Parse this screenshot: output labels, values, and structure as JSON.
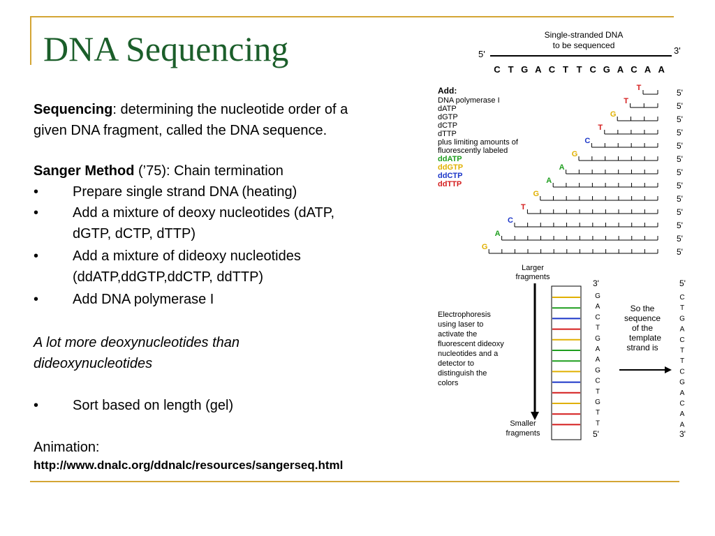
{
  "slide": {
    "title": "DNA Sequencing",
    "para1": {
      "bold": "Sequencing",
      "rest1": ": determining the nucleotide order of a",
      "line2": "given DNA fragment, called the DNA sequence."
    },
    "sanger": {
      "bold": "Sanger Method",
      "rest": " (’75): Chain termination"
    },
    "bullets": [
      [
        "Prepare single strand DNA (heating)"
      ],
      [
        "Add a mixture of deoxy nucleotides   (dATP,",
        "dGTP, dCTP,  dTTP)"
      ],
      [
        "Add a mixture of dideoxy nucleotides",
        "(ddATP,ddGTP,ddCTP, ddTTP)"
      ],
      [
        "Add DNA polymerase I"
      ]
    ],
    "bullet_mark": "•",
    "italic_note": [
      "A lot more deoxynucleotides than",
      "dideoxynucleotides"
    ],
    "sort_bullet": "Sort based on length (gel)",
    "animation_label": "Animation:",
    "animation_url": "http://www.dnalc.org/ddnalc/resources/sangerseq.html"
  },
  "diagram": {
    "header": [
      "Single-stranded DNA",
      "to be sequenced"
    ],
    "end5": "5'",
    "end3": "3'",
    "template_seq": [
      "C",
      "T",
      "G",
      "A",
      "C",
      "T",
      "T",
      "C",
      "G",
      "A",
      "C",
      "A",
      "A"
    ],
    "add_label": "Add:",
    "add_items": [
      "DNA polymerase I",
      "dATP",
      "dGTP",
      "dCTP",
      "dTTP",
      "plus limiting amounts of",
      "fluorescently labeled"
    ],
    "dd_items": [
      {
        "label": "ddATP",
        "color": "#1f9e1f"
      },
      {
        "label": "ddGTP",
        "color": "#e0b000"
      },
      {
        "label": "ddCTP",
        "color": "#1a35c8"
      },
      {
        "label": "ddTTP",
        "color": "#d41c1c"
      }
    ],
    "fragment_ends": [
      "T",
      "T",
      "G",
      "T",
      "C",
      "G",
      "A",
      "A",
      "G",
      "T",
      "C",
      "A",
      "G"
    ],
    "larger_label": [
      "Larger",
      "fragments"
    ],
    "smaller_label": [
      "Smaller",
      "fragments"
    ],
    "gel_top": "3'",
    "gel_bottom": "5'",
    "gel_seq": [
      "G",
      "A",
      "C",
      "T",
      "G",
      "A",
      "A",
      "G",
      "C",
      "T",
      "G",
      "T",
      "T"
    ],
    "electro_text": [
      "Electrophoresis",
      "using laser to",
      "activate the",
      "fluorescent dideoxy",
      "nucleotides and a",
      "detector to",
      "distinguish the",
      "colors"
    ],
    "so_text": [
      "So the",
      "sequence",
      "of the",
      "template",
      "strand is"
    ],
    "result_top": "5'",
    "result_bottom": "3'",
    "result_seq": [
      "C",
      "T",
      "G",
      "A",
      "C",
      "T",
      "T",
      "C",
      "G",
      "A",
      "C",
      "A",
      "A"
    ],
    "colors": {
      "A": "#1f9e1f",
      "G": "#e0b000",
      "C": "#1a35c8",
      "T": "#d41c1c"
    },
    "gel_band_colors": [
      "#e0b000",
      "#1f9e1f",
      "#1a35c8",
      "#d41c1c",
      "#e0b000",
      "#1f9e1f",
      "#1f9e1f",
      "#e0b000",
      "#1a35c8",
      "#d41c1c",
      "#e0b000",
      "#d41c1c",
      "#d41c1c"
    ]
  }
}
